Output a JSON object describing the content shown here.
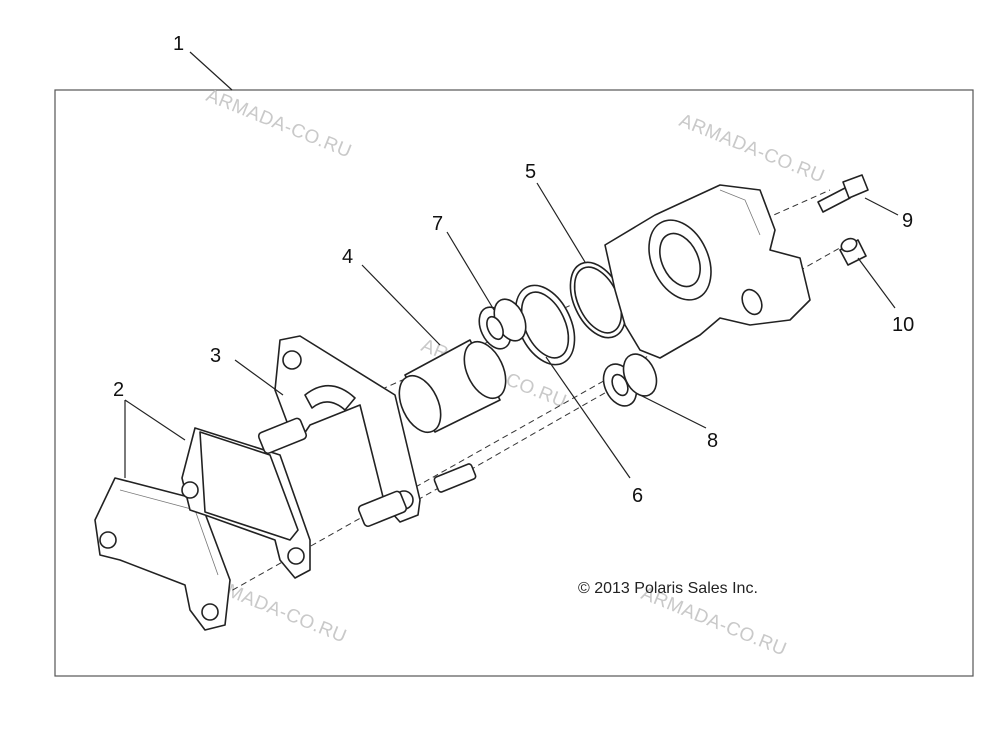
{
  "callouts": [
    "1",
    "2",
    "3",
    "4",
    "5",
    "6",
    "7",
    "8",
    "9",
    "10"
  ],
  "watermark": "ARMADA-CO.RU",
  "copyright": "© 2013 Polaris Sales Inc.",
  "colors": {
    "line": "#222222",
    "watermark": "#c9c9c9",
    "background": "#ffffff"
  }
}
